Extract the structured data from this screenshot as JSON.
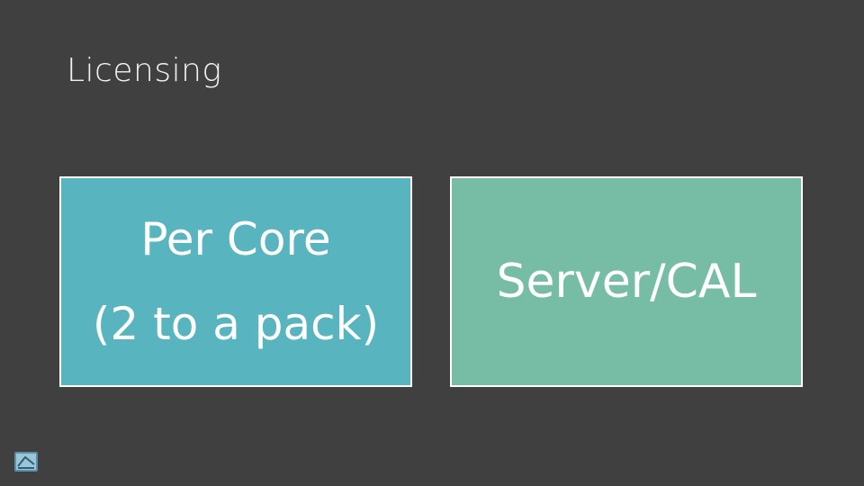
{
  "slide": {
    "title": "Licensing"
  },
  "boxes": {
    "per_core": {
      "line1": "Per Core",
      "line2": "(2 to a pack)",
      "color": "#58b5c0"
    },
    "server_cal": {
      "line1": "Server/CAL",
      "color": "#77bda6"
    }
  },
  "icons": {
    "corner_logo": "presentation-logo-icon"
  }
}
